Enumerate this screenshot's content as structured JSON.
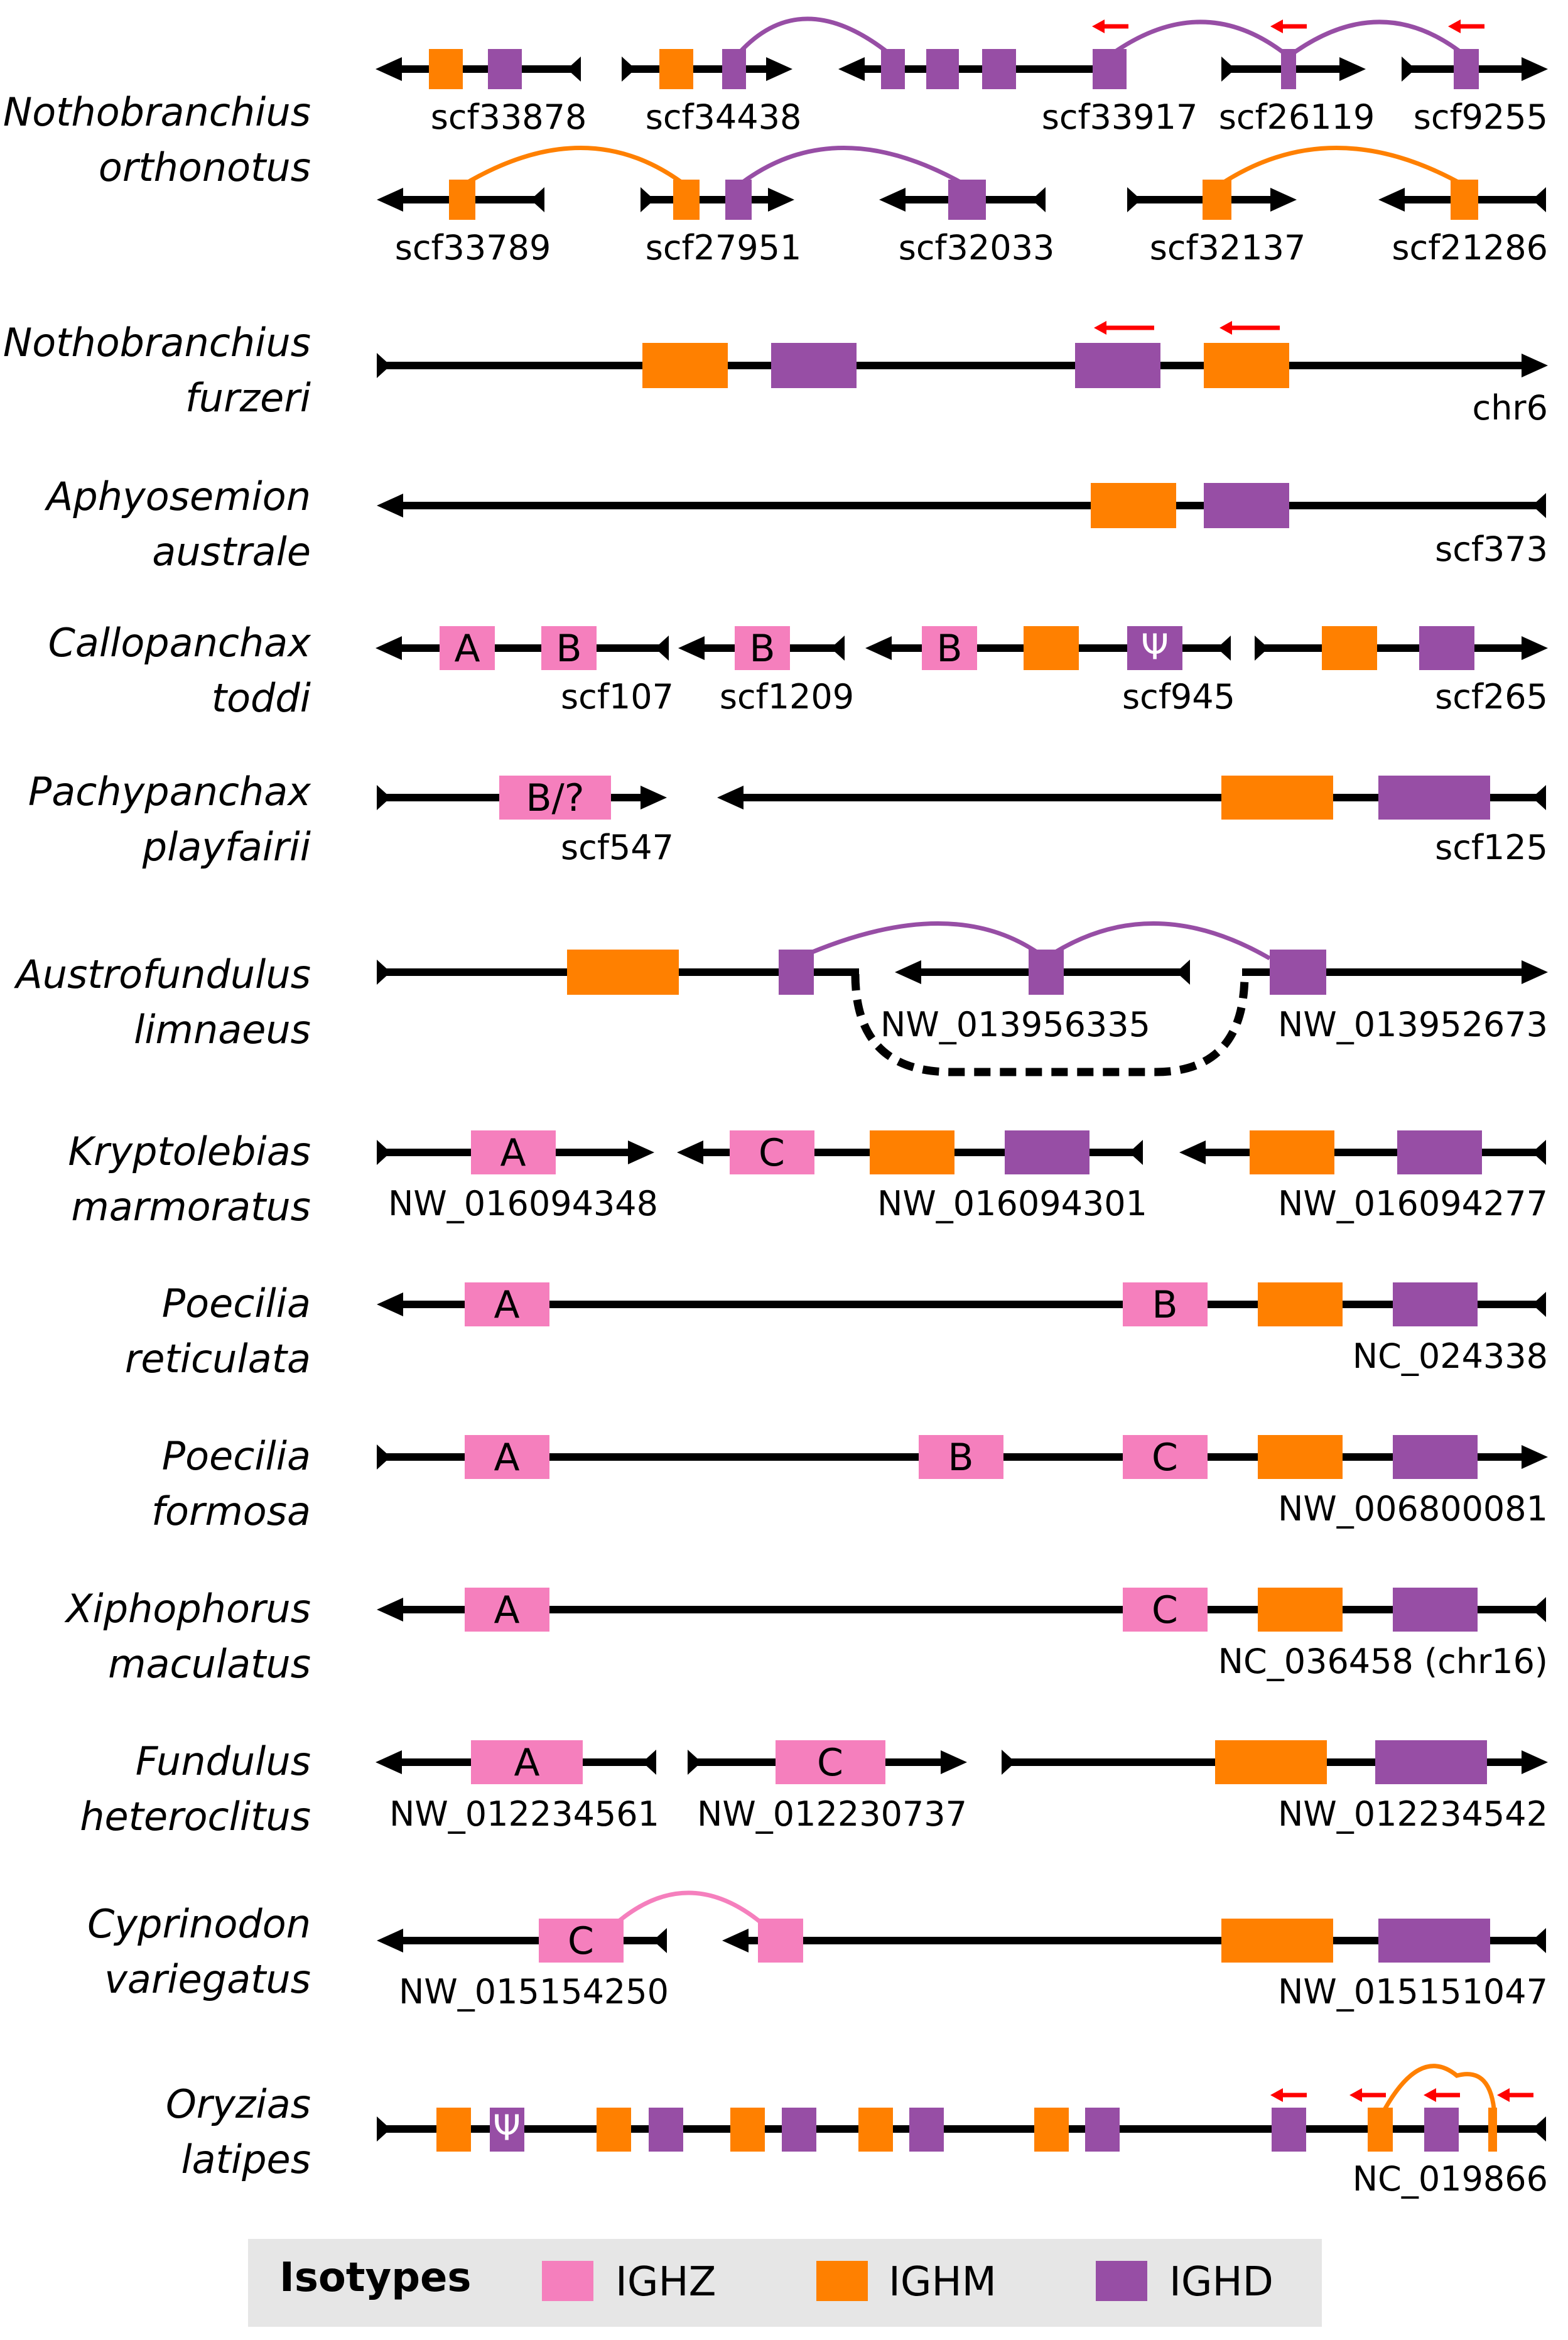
{
  "colors": {
    "IGHZ": "#f57fbd",
    "IGHM": "#ff8000",
    "IGHD": "#974ea5",
    "backbone": "#000000",
    "inversion_arrow": "#ff0000",
    "legend_bg": "#e6e6e6"
  },
  "legend": {
    "title": "Isotypes",
    "items": [
      {
        "label": "IGHZ",
        "color": "#f57fbd"
      },
      {
        "label": "IGHM",
        "color": "#ff8000"
      },
      {
        "label": "IGHD",
        "color": "#974ea5"
      }
    ]
  },
  "species": [
    {
      "genus": "Nothobranchius",
      "epithet": "orthonotus"
    },
    {
      "genus": "Nothobranchius",
      "epithet": "furzeri"
    },
    {
      "genus": "Aphyosemion",
      "epithet": "australe"
    },
    {
      "genus": "Callopanchax",
      "epithet": "toddi"
    },
    {
      "genus": "Pachypanchax",
      "epithet": "playfairii"
    },
    {
      "genus": "Austrofundulus",
      "epithet": "limnaeus"
    },
    {
      "genus": "Kryptolebias",
      "epithet": "marmoratus"
    },
    {
      "genus": "Poecilia",
      "epithet": "reticulata"
    },
    {
      "genus": "Poecilia",
      "epithet": "formosa"
    },
    {
      "genus": "Xiphophorus",
      "epithet": "maculatus"
    },
    {
      "genus": "Fundulus",
      "epithet": "heteroclitus"
    },
    {
      "genus": "Cyprinodon",
      "epithet": "variegatus"
    },
    {
      "genus": "Oryzias",
      "epithet": "latipes"
    }
  ],
  "scaffolds": {
    "scf33878": "scf33878",
    "scf34438": "scf34438",
    "scf33917": "scf33917",
    "scf26119": "scf26119",
    "scf9255": "scf9255",
    "scf33789": "scf33789",
    "scf27951": "scf27951",
    "scf32033": "scf32033",
    "scf32137": "scf32137",
    "scf21286": "scf21286",
    "chr6": "chr6",
    "scf373": "scf373",
    "scf107": "scf107",
    "scf1209": "scf1209",
    "scf945": "scf945",
    "scf265": "scf265",
    "scf547": "scf547",
    "scf125": "scf125",
    "NW_013956335": "NW_013956335",
    "NW_013952673": "NW_013952673",
    "NW_016094348": "NW_016094348",
    "NW_016094301": "NW_016094301",
    "NW_016094277": "NW_016094277",
    "NC_024338": "NC_024338",
    "NW_006800081": "NW_006800081",
    "NC_036458": "NC_036458 (chr16)",
    "NW_012234561": "NW_012234561",
    "NW_012230737": "NW_012230737",
    "NW_012234542": "NW_012234542",
    "NW_015154250": "NW_015154250",
    "NW_015151047": "NW_015151047",
    "NC_019866": "NC_019866"
  },
  "gene_labels": {
    "A": "A",
    "B": "B",
    "C": "C",
    "B_or_unknown": "B/?",
    "psi": "Ψ"
  }
}
